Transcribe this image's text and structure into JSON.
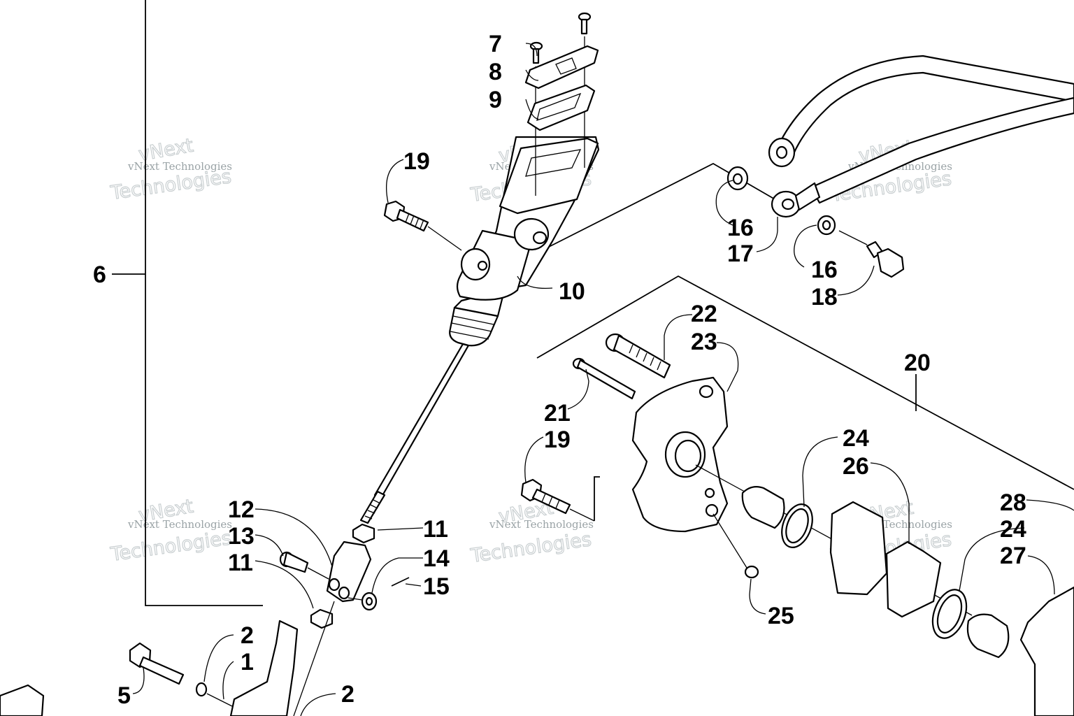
{
  "watermark": {
    "line1": "vNext Technologies",
    "line2": "vNext",
    "line3": "Technologies"
  },
  "callouts": [
    {
      "id": "c6",
      "label": "6"
    },
    {
      "id": "c7",
      "label": "7"
    },
    {
      "id": "c8",
      "label": "8"
    },
    {
      "id": "c9",
      "label": "9"
    },
    {
      "id": "c19a",
      "label": "19"
    },
    {
      "id": "c10",
      "label": "10"
    },
    {
      "id": "c16a",
      "label": "16"
    },
    {
      "id": "c17",
      "label": "17"
    },
    {
      "id": "c16b",
      "label": "16"
    },
    {
      "id": "c18",
      "label": "18"
    },
    {
      "id": "c22",
      "label": "22"
    },
    {
      "id": "c23",
      "label": "23"
    },
    {
      "id": "c20",
      "label": "20"
    },
    {
      "id": "c21",
      "label": "21"
    },
    {
      "id": "c19b",
      "label": "19"
    },
    {
      "id": "c24a",
      "label": "24"
    },
    {
      "id": "c26",
      "label": "26"
    },
    {
      "id": "c28",
      "label": "28"
    },
    {
      "id": "c24b",
      "label": "24"
    },
    {
      "id": "c27",
      "label": "27"
    },
    {
      "id": "c12",
      "label": "12"
    },
    {
      "id": "c13",
      "label": "13"
    },
    {
      "id": "c11a",
      "label": "11"
    },
    {
      "id": "c11b",
      "label": "11"
    },
    {
      "id": "c14",
      "label": "14"
    },
    {
      "id": "c15",
      "label": "15"
    },
    {
      "id": "c25",
      "label": "25"
    },
    {
      "id": "c2a",
      "label": "2"
    },
    {
      "id": "c1",
      "label": "1"
    },
    {
      "id": "c5",
      "label": "5"
    },
    {
      "id": "c2b",
      "label": "2"
    }
  ]
}
